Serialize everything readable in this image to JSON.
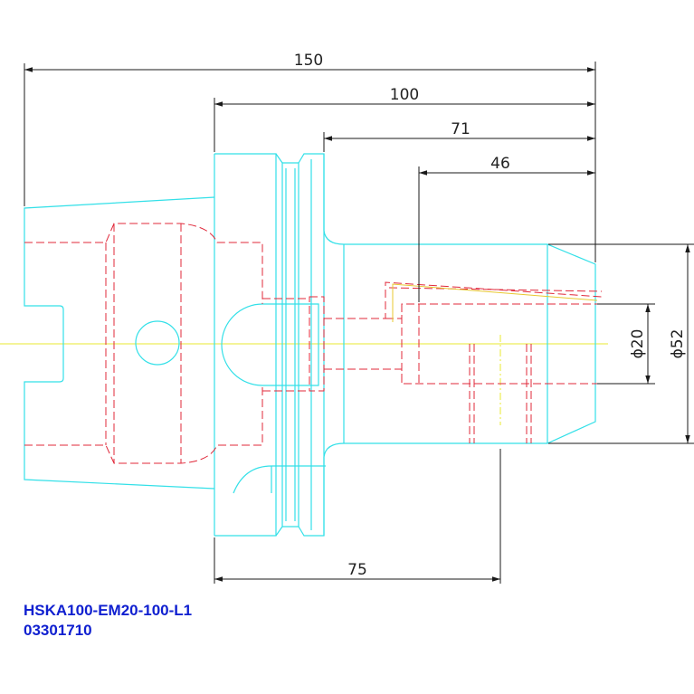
{
  "colors": {
    "outline": "#33e0e8",
    "hidden": "#e0283a",
    "centerline": "#e8e830",
    "dimension": "#1a1a1a",
    "caption": "#1020d0"
  },
  "dimensions": {
    "overall_length": "150",
    "gauge_to_tip": "100",
    "flange_to_tip": "71",
    "bore_depth": "46",
    "screw_position": "75",
    "bore_diameter": "ϕ20",
    "body_diameter": "ϕ52"
  },
  "caption": {
    "part_number": "HSKA100-EM20-100-L1",
    "article_number": "03301710"
  }
}
